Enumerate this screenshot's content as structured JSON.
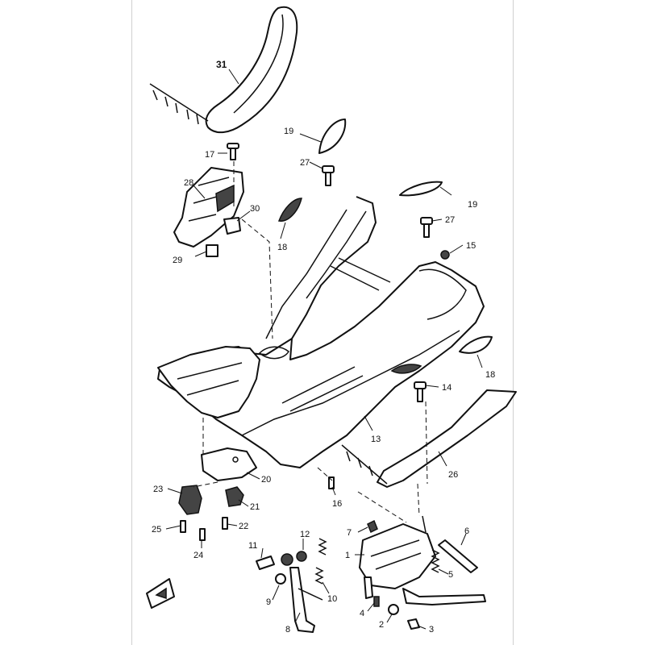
{
  "callouts": {
    "c31": "31",
    "c19a": "19",
    "c27a": "27",
    "c17": "17",
    "c28": "28",
    "c30": "30",
    "c18a": "18",
    "c19b": "19",
    "c27b": "27",
    "c29": "29",
    "c15": "15",
    "c18b": "18",
    "c14": "14",
    "c13": "13",
    "c26": "26",
    "c20": "20",
    "c23": "23",
    "c21": "21",
    "c16": "16",
    "c25": "25",
    "c22": "22",
    "c24": "24",
    "c7": "7",
    "c6": "6",
    "c11": "11",
    "c12": "12",
    "c1": "1",
    "c5": "5",
    "c10": "10",
    "c9": "9",
    "c4": "4",
    "c2": "2",
    "c3": "3",
    "c8": "8"
  },
  "icons": {
    "direction_marker": "arrow-box-icon"
  },
  "colors": {
    "line": "#111111",
    "background": "#ffffff"
  }
}
